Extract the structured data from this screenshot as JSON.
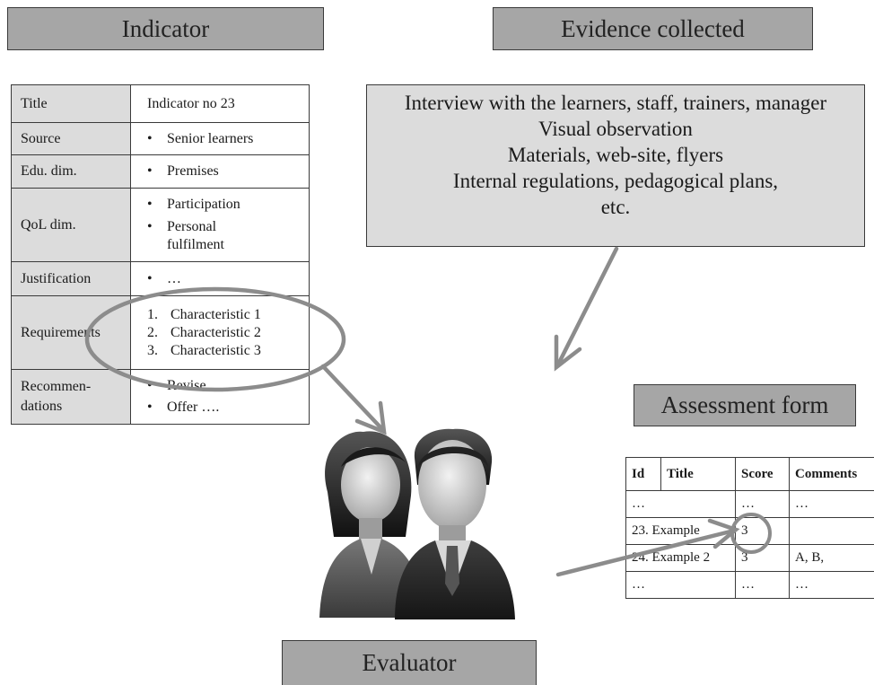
{
  "headers": {
    "indicator": "Indicator",
    "evidence": "Evidence collected",
    "assessment": "Assessment form",
    "evaluator": "Evaluator"
  },
  "indicator_table": {
    "rows": [
      {
        "key": "Title",
        "value": "Indicator no 23"
      },
      {
        "key": "Source",
        "bullets": [
          "Senior learners"
        ]
      },
      {
        "key": "Edu. dim.",
        "bullets": [
          "Premises"
        ]
      },
      {
        "key": "QoL dim.",
        "bullets": [
          "Participation",
          "Personal fulfilment"
        ]
      },
      {
        "key": "Justification",
        "bullets": [
          "…"
        ]
      },
      {
        "key": "Requirements",
        "numbered": [
          "Characteristic 1",
          "Characteristic 2",
          "Characteristic 3"
        ]
      },
      {
        "key": "Recommen-dations",
        "bullets": [
          "Revise …",
          "Offer …."
        ]
      }
    ]
  },
  "evidence_lines": [
    "Interview with the learners, staff, trainers, manager",
    "Visual observation",
    "Materials, web-site, flyers",
    "Internal regulations, pedagogical plans,",
    "etc."
  ],
  "assessment_table": {
    "columns": [
      "Id",
      "Title",
      "Score",
      "Comments"
    ],
    "rows": [
      [
        "…",
        "",
        "…",
        "…"
      ],
      [
        "23. Example",
        "",
        "3",
        ""
      ],
      [
        "24. Example 2",
        "",
        "3",
        "A, B,"
      ],
      [
        "…",
        "",
        "…",
        "…"
      ]
    ]
  },
  "colors": {
    "header_fill": "#a6a6a6",
    "box_fill": "#dcdcdc",
    "arrow": "#8c8c8c",
    "border": "#3a3a3a"
  }
}
